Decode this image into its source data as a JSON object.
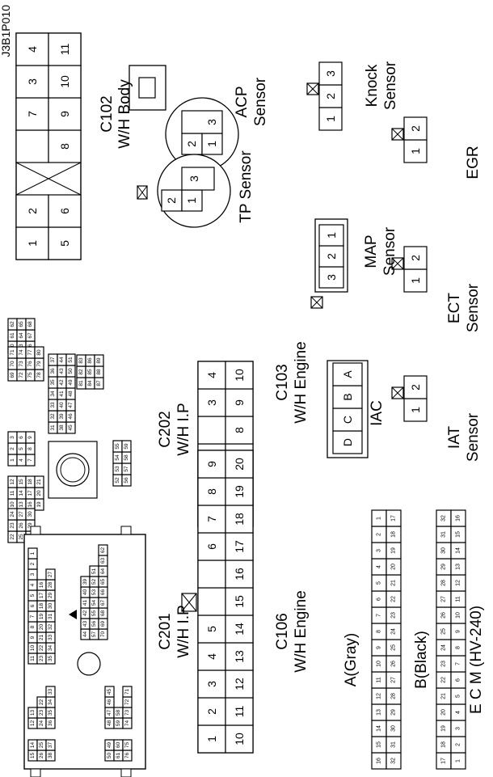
{
  "diagram_id": "J3B1P010",
  "labels": {
    "c102": [
      "C102",
      "W/H Body"
    ],
    "acp": [
      "ACP",
      "Sensor"
    ],
    "knock": [
      "Knock",
      "Sensor"
    ],
    "egr": [
      "EGR"
    ],
    "tp": [
      "TP Sensor"
    ],
    "map": [
      "MAP",
      "Sensor"
    ],
    "ect": [
      "ECT",
      "Sensor"
    ],
    "c202": [
      "C202",
      "W/H I.P"
    ],
    "c103": [
      "C103",
      "W/H Engine"
    ],
    "iac": [
      "IAC"
    ],
    "iat": [
      "IAT",
      "Sensor"
    ],
    "c201": [
      "C201",
      "W/H I.P"
    ],
    "c106": [
      "C106",
      "W/H Engine"
    ],
    "a_gray": [
      "A(Gray)"
    ],
    "b_black": [
      "B(Black)"
    ],
    "ecm": [
      "E C M (HV-240)"
    ]
  },
  "connectors": {
    "c102": {
      "top": [
        "1",
        "2",
        "",
        "",
        "7",
        "3",
        "4"
      ],
      "bottom": [
        "5",
        "6",
        "",
        "8",
        "9",
        "10",
        "11"
      ]
    },
    "c103": {
      "top": [
        "1",
        "2",
        "",
        "",
        "3",
        "4"
      ],
      "bottom": [
        "5",
        "6",
        "7",
        "8",
        "9",
        "10"
      ]
    },
    "c106": {
      "top": [
        "1",
        "2",
        "3",
        "4",
        "5",
        "",
        "",
        "6",
        "7",
        "8",
        "9"
      ],
      "bottom": [
        "10",
        "11",
        "12",
        "13",
        "14",
        "15",
        "16",
        "17",
        "18",
        "19",
        "20"
      ]
    },
    "acp": [
      "1",
      "2",
      "3"
    ],
    "tp": [
      "1",
      "2",
      "3"
    ],
    "knock": [
      "1",
      "2",
      "3"
    ],
    "map": [
      "3",
      "2",
      "1"
    ],
    "iac": [
      "D",
      "C",
      "B",
      "A"
    ],
    "egr": [
      "1",
      "2"
    ],
    "ect": [
      "1",
      "2"
    ],
    "iat": [
      "1",
      "2"
    ]
  },
  "ecm": {
    "a_top": [
      "16",
      "15",
      "14",
      "13",
      "12",
      "11",
      "10",
      "9",
      "8",
      "7",
      "6",
      "5",
      "4",
      "3",
      "2",
      "1"
    ],
    "a_bottom": [
      "32",
      "31",
      "30",
      "29",
      "28",
      "27",
      "26",
      "25",
      "24",
      "23",
      "22",
      "21",
      "20",
      "19",
      "18",
      "17"
    ],
    "b_top": [
      "17",
      "18",
      "19",
      "20",
      "21",
      "22",
      "23",
      "24",
      "25",
      "26",
      "27",
      "28",
      "29",
      "30",
      "31",
      "32"
    ],
    "b_bottom": [
      "1",
      "2",
      "3",
      "4",
      "5",
      "6",
      "7",
      "8",
      "9",
      "10",
      "11",
      "12",
      "13",
      "14",
      "15",
      "16"
    ]
  },
  "c202": {
    "left_block": [
      [
        "1",
        "2",
        "3"
      ],
      [
        "4",
        "5",
        "6"
      ],
      [
        "7",
        "8",
        "9"
      ]
    ],
    "block2": [
      [
        "10",
        "11",
        "12"
      ],
      [
        "13",
        "14",
        "15"
      ],
      [
        "16",
        "17",
        "18"
      ],
      [
        "19",
        "20",
        "21"
      ]
    ],
    "block3": [
      [
        "22",
        "23",
        "24"
      ],
      [
        "25",
        "26",
        "27"
      ],
      [
        "28",
        "29",
        "30"
      ]
    ],
    "upper_row1": [
      "31",
      "32",
      "33",
      "34",
      "35",
      "36",
      "37"
    ],
    "upper_row2": [
      "38",
      "39",
      "40",
      "41",
      "42",
      "43",
      "44"
    ],
    "upper_row3": [
      "45",
      "46",
      "47",
      "48",
      "49",
      "50",
      "51"
    ],
    "small_block": [
      [
        "52",
        "53",
        "54",
        "55"
      ],
      [
        "56",
        "57",
        "58",
        "59"
      ]
    ],
    "right_upper": [
      [
        "60",
        "61",
        "62"
      ],
      [
        "63",
        "64",
        "65"
      ],
      [
        "66",
        "67",
        "68"
      ]
    ],
    "right_mid": [
      [
        "69",
        "70",
        "71"
      ],
      [
        "72",
        "73",
        "74"
      ],
      [
        "75",
        "76",
        "77"
      ],
      [
        "78",
        "79",
        "80"
      ]
    ],
    "right_low": [
      [
        "81",
        "82",
        "83"
      ],
      [
        "84",
        "85",
        "86"
      ],
      [
        "87",
        "88",
        "89"
      ]
    ]
  },
  "c201_numbers": {
    "left_col": [
      [
        "15",
        "14"
      ],
      [
        "26",
        "25"
      ],
      [
        "38",
        "37"
      ]
    ],
    "mid_block": [
      [
        "12",
        "13"
      ],
      [
        "24",
        "23",
        "22"
      ],
      [
        "36",
        "35",
        "34",
        "33"
      ]
    ],
    "r1": [
      "11",
      "10",
      "9",
      "8",
      "7",
      "6",
      "5",
      "4",
      "3",
      "2",
      "1"
    ],
    "r2": [
      "23",
      "22",
      "21",
      "20",
      "19",
      "18",
      "17",
      "16"
    ],
    "r3": [
      "35",
      "34",
      "33",
      "32",
      "31",
      "30",
      "29",
      "28",
      "27"
    ],
    "bottom_left": [
      [
        "50",
        "49"
      ],
      [
        "61",
        "60"
      ],
      [
        "76",
        "75"
      ]
    ],
    "bottom_mid": [
      [
        "48",
        "47",
        "46",
        "45"
      ],
      [
        "59",
        "58"
      ],
      [
        "74",
        "73",
        "72",
        "71"
      ]
    ],
    "bottom_r": [
      "44",
      "43",
      "42",
      "41",
      "40",
      "39"
    ],
    "bottom_r2": [
      "57",
      "56",
      "55",
      "54",
      "53",
      "52",
      "51"
    ],
    "bottom_r3": [
      "70",
      "69",
      "68",
      "67",
      "66",
      "65",
      "64",
      "63",
      "62"
    ]
  }
}
